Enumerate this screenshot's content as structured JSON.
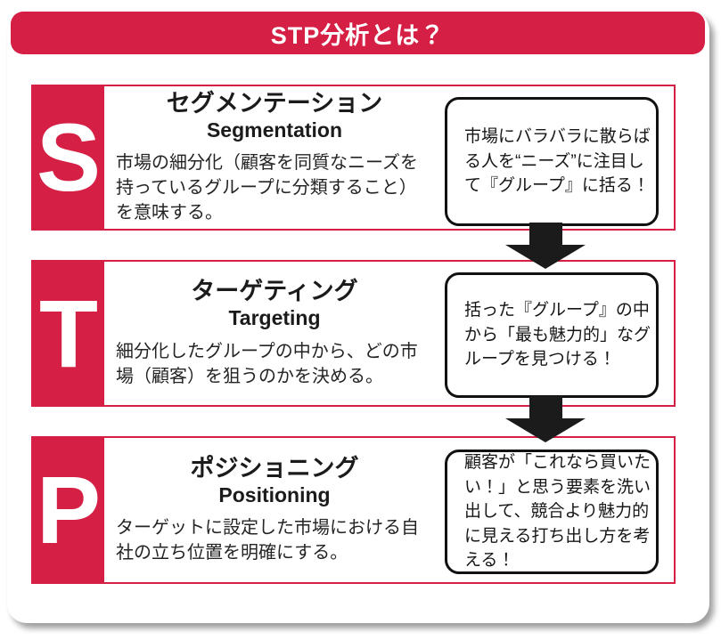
{
  "header": {
    "title": "STP分析とは？"
  },
  "colors": {
    "accent": "#d61f44",
    "arrow_black": "#1b1b1b"
  },
  "rows": [
    {
      "letter": "S",
      "title_ja": "セグメンテーション",
      "title_en": "Segmentation",
      "description": "市場の細分化（顧客を同質なニーズを持っているグループに分類すること）を意味する。",
      "callout": "市場にバラバラに散らばる人を“ニーズ”に注目して『グループ』に括る！"
    },
    {
      "letter": "T",
      "title_ja": "ターゲティング",
      "title_en": "Targeting",
      "description": "細分化したグループの中から、どの市場（顧客）を狙うのかを決める。",
      "callout": "括った『グループ』の中から「最も魅力的」なグループを見つける！"
    },
    {
      "letter": "P",
      "title_ja": "ポジショニング",
      "title_en": "Positioning",
      "description": "ターゲットに設定した市場における自社の立ち位置を明確にする。",
      "callout": "顧客が「これなら買いたい！」と思う要素を洗い出して、競合より魅力的に見える打ち出し方を考える！"
    }
  ]
}
